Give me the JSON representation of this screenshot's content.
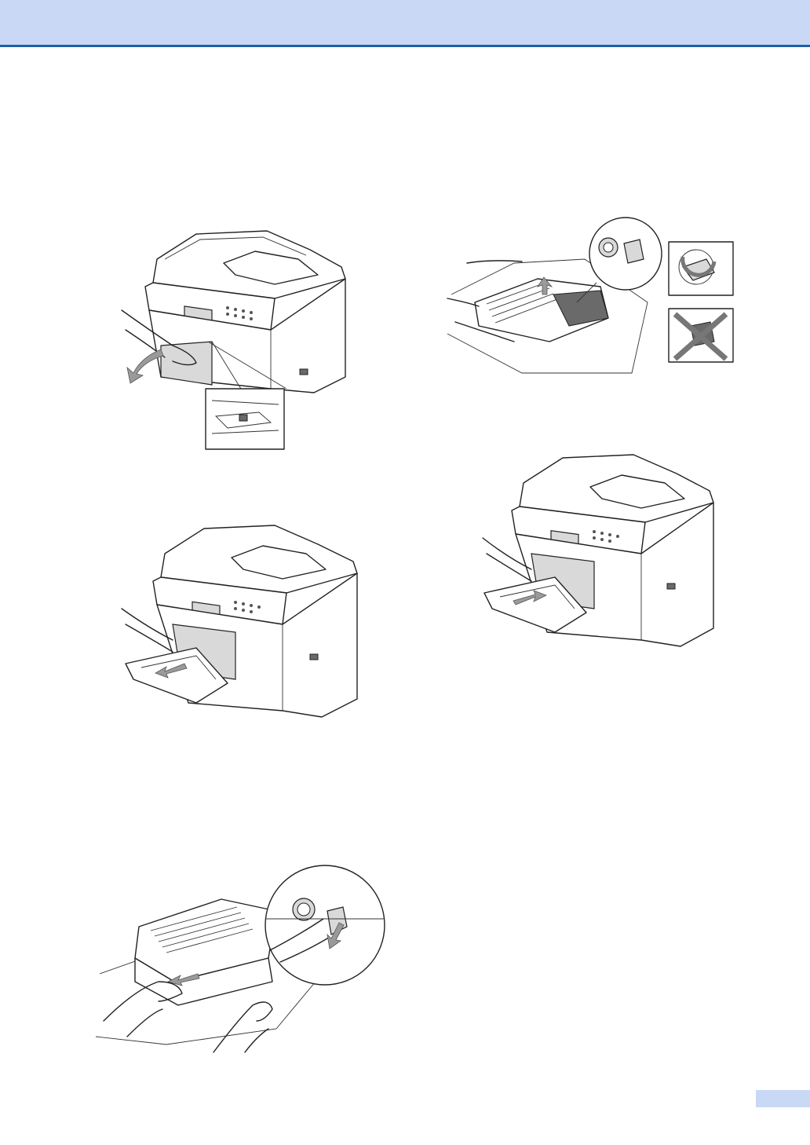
{
  "page": {
    "header_color": "#c9d9f5",
    "rule_color": "#1f5fa8",
    "tab_color": "#c9d9f5"
  },
  "figures": [
    {
      "id": "open-front-cover",
      "icon": "printer-open-cover-illustration"
    },
    {
      "id": "remove-drum-unit",
      "icon": "printer-drum-out-illustration"
    },
    {
      "id": "lock-lever-down",
      "icon": "drum-toner-lever-illustration"
    },
    {
      "id": "separate-toner",
      "icon": "toner-into-drum-illustration"
    },
    {
      "id": "reinsert-drum",
      "icon": "printer-drum-in-illustration"
    }
  ]
}
